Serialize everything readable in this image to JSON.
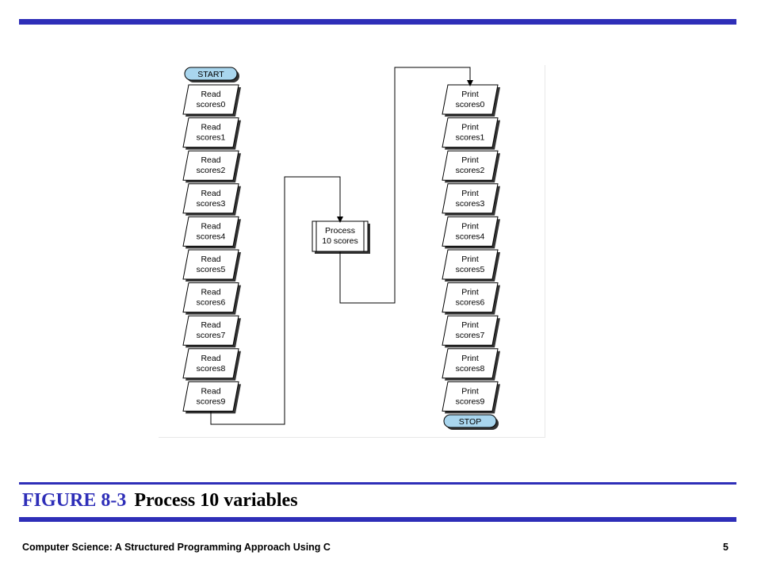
{
  "figure": {
    "start_label": "START",
    "stop_label": "STOP",
    "read_nodes": [
      [
        "Read",
        "scores0"
      ],
      [
        "Read",
        "scores1"
      ],
      [
        "Read",
        "scores2"
      ],
      [
        "Read",
        "scores3"
      ],
      [
        "Read",
        "scores4"
      ],
      [
        "Read",
        "scores5"
      ],
      [
        "Read",
        "scores6"
      ],
      [
        "Read",
        "scores7"
      ],
      [
        "Read",
        "scores8"
      ],
      [
        "Read",
        "scores9"
      ]
    ],
    "process_node": [
      "Process",
      "10 scores"
    ],
    "print_nodes": [
      [
        "Print",
        "scores0"
      ],
      [
        "Print",
        "scores1"
      ],
      [
        "Print",
        "scores2"
      ],
      [
        "Print",
        "scores3"
      ],
      [
        "Print",
        "scores4"
      ],
      [
        "Print",
        "scores5"
      ],
      [
        "Print",
        "scores6"
      ],
      [
        "Print",
        "scores7"
      ],
      [
        "Print",
        "scores8"
      ],
      [
        "Print",
        "scores9"
      ]
    ],
    "colors": {
      "terminal_fill": "#a9d6ee",
      "shadow": "#333333",
      "line": "#000000"
    }
  },
  "caption": {
    "label": "FIGURE 8-3",
    "title": "Process 10 variables"
  },
  "footer": {
    "text": "Computer Science: A Structured Programming Approach Using C",
    "page": "5"
  },
  "colors": {
    "accent": "#2e2eb8"
  }
}
